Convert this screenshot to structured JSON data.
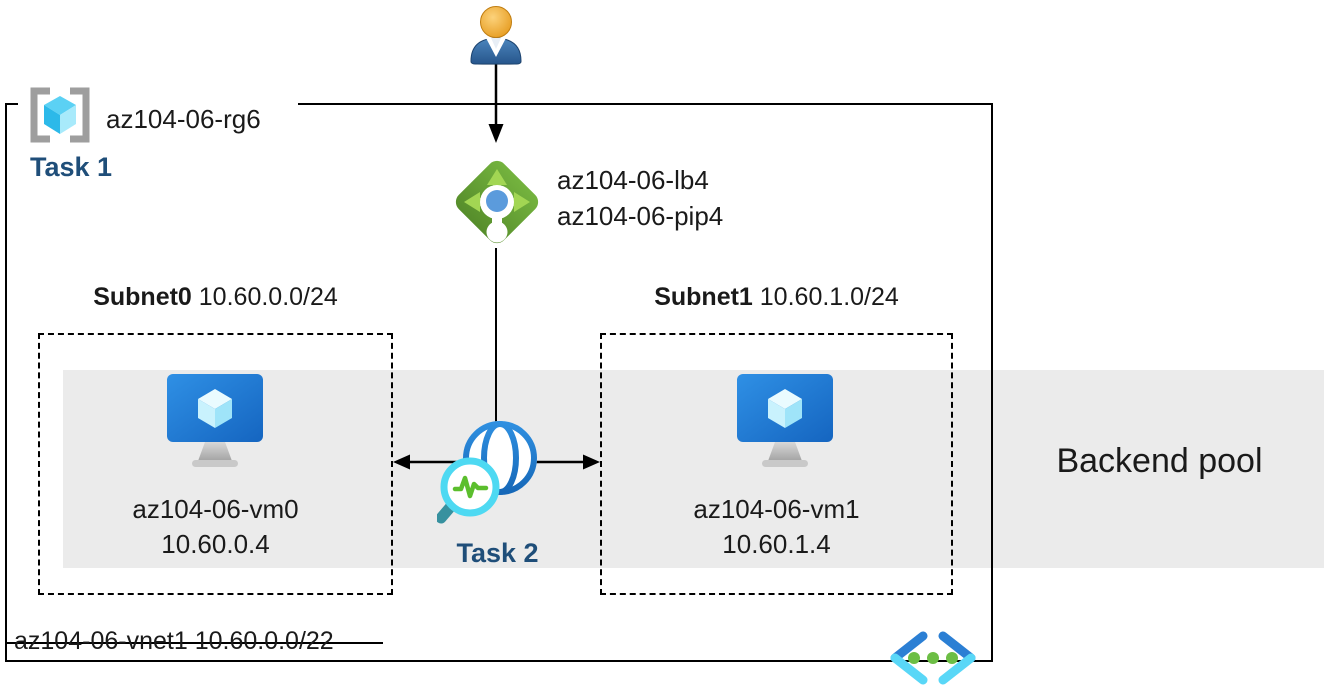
{
  "resource_group": {
    "name": "az104-06-rg6",
    "task": "Task 1"
  },
  "load_balancer": {
    "name": "az104-06-lb4",
    "public_ip": "az104-06-pip4"
  },
  "subnets": [
    {
      "name": "Subnet0",
      "cidr": "10.60.0.0/24",
      "vm": {
        "name": "az104-06-vm0",
        "ip": "10.60.0.4"
      }
    },
    {
      "name": "Subnet1",
      "cidr": "10.60.1.0/24",
      "vm": {
        "name": "az104-06-vm1",
        "ip": "10.60.1.4"
      }
    }
  ],
  "task2": "Task 2",
  "backend_pool": "Backend pool",
  "vnet": {
    "name": "az104-06-vnet1",
    "cidr": "10.60.0.0/22"
  },
  "icons": {
    "user": "user-icon",
    "resource_group": "resource-group-icon",
    "load_balancer": "load-balancer-icon",
    "virtual_machine": "virtual-machine-icon",
    "network_watcher": "globe-magnifier-icon",
    "virtual_network": "virtual-network-icon"
  },
  "colors": {
    "task_label": "#1f4e79",
    "backend_band": "#ebebeb",
    "lb_green": "#64a438",
    "lb_arrow_lime": "#a2d653",
    "vm_blue": "#1e7fd8",
    "cube_cyan": "#4fd0f2",
    "vnet_blue": "#2b7fd4",
    "vnet_cyan": "#59d7f7",
    "dot_green": "#6cbe45",
    "line_black": "#000000"
  }
}
